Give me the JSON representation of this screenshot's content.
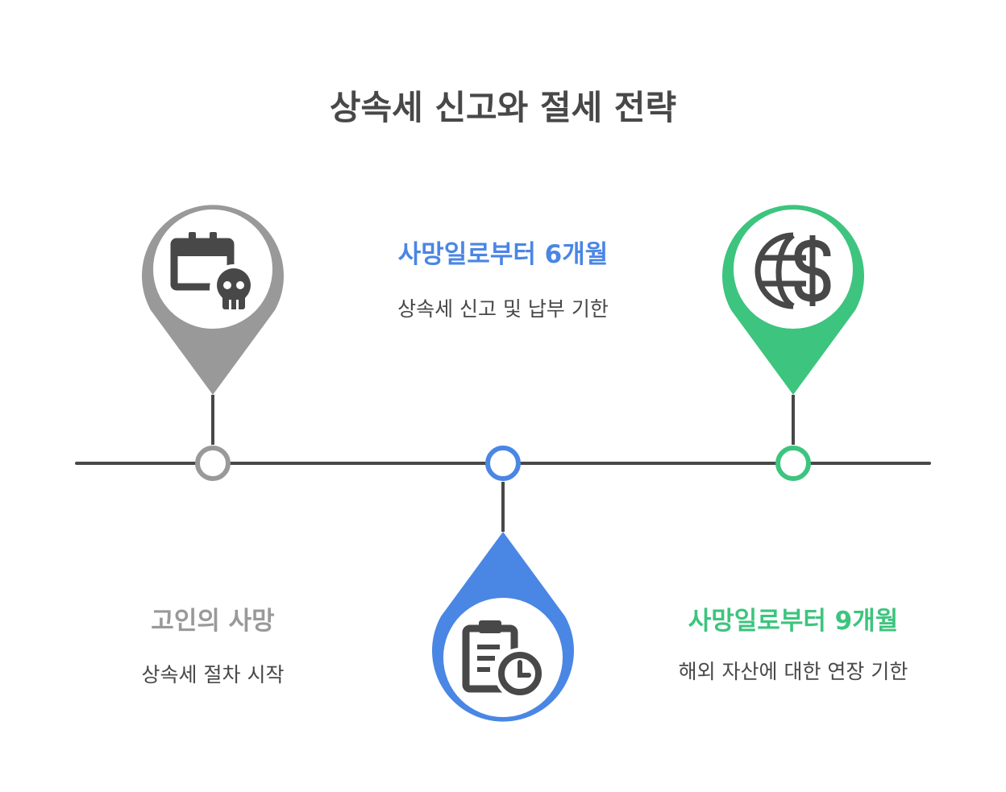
{
  "title": "상속세 신고와 절세 전략",
  "colors": {
    "gray": "#999999",
    "blue": "#4a86e4",
    "green": "#3dc47e",
    "line": "#484848",
    "icon": "#484848"
  },
  "events": [
    {
      "label": "고인의 사망",
      "description": "상속세 절차 시작",
      "color": "gray",
      "icon": "calendar-skull-icon"
    },
    {
      "label": "사망일로부터 6개월",
      "description": "상속세 신고 및 납부 기한",
      "color": "blue",
      "icon": "clipboard-clock-icon"
    },
    {
      "label": "사망일로부터 9개월",
      "description": "해외 자산에 대한 연장 기한",
      "color": "green",
      "icon": "globe-dollar-icon"
    }
  ]
}
